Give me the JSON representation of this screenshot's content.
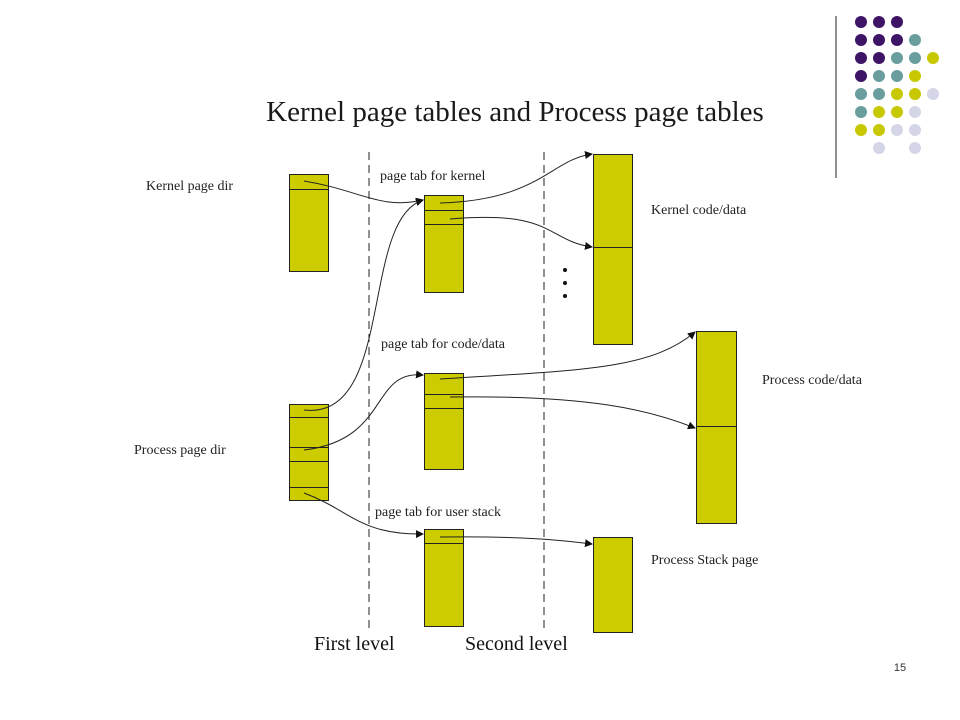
{
  "slide": {
    "title": "Kernel page tables and Process page tables",
    "page_number": "15"
  },
  "labels": {
    "kernel_page_dir": "Kernel page dir",
    "process_page_dir": "Process page dir",
    "page_tab_kernel": "page tab for kernel",
    "page_tab_code_data": "page tab for code/data",
    "page_tab_user_stack": "page tab for user stack",
    "kernel_code_data": "Kernel code/data",
    "process_code_data": "Process code/data",
    "process_stack_page": "Process Stack page",
    "first_level": "First level",
    "second_level": "Second level"
  },
  "colors": {
    "block_fill": "#cccc00",
    "decor_purple": "#3d1466",
    "decor_teal": "#6a9e9e",
    "decor_yellow": "#c8c800",
    "decor_lavender": "#d5d5e8"
  },
  "decoration": {
    "dot_grid": [
      [
        "purple",
        "purple",
        "purple",
        "",
        "",
        ""
      ],
      [
        "purple",
        "purple",
        "purple",
        "teal",
        "",
        ""
      ],
      [
        "purple",
        "purple",
        "teal",
        "teal",
        "yellow",
        ""
      ],
      [
        "purple",
        "teal",
        "teal",
        "yellow",
        "",
        ""
      ],
      [
        "teal",
        "teal",
        "yellow",
        "yellow",
        "lavender",
        ""
      ],
      [
        "teal",
        "yellow",
        "yellow",
        "lavender",
        "",
        ""
      ],
      [
        "yellow",
        "yellow",
        "lavender",
        "lavender",
        "",
        ""
      ],
      [
        "",
        "lavender",
        "",
        "lavender",
        "",
        ""
      ]
    ]
  }
}
